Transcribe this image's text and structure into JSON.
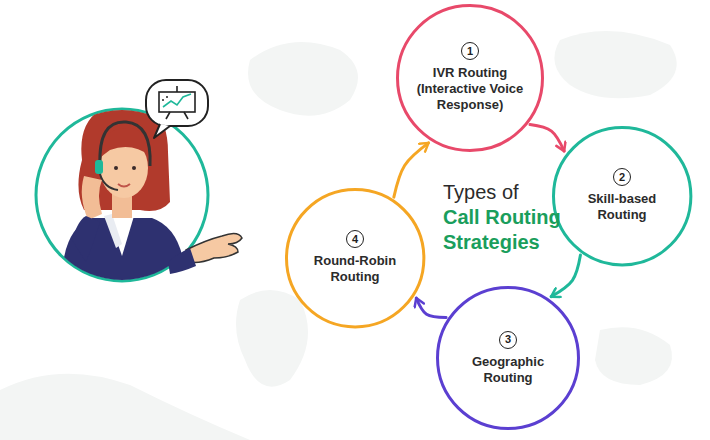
{
  "diagram": {
    "nodes": [
      {
        "text": [
          "1",
          "IVR Routing (Interactive Voice Response)"
        ]
      },
      {
        "text": [
          "2",
          "Skill-based Routing"
        ]
      },
      {
        "text": [
          "3",
          "Geographic Routing"
        ]
      },
      {
        "text": [
          "4",
          "Round-Robin Routing"
        ]
      }
    ],
    "edges": [
      {
        "from": 0,
        "to": 1,
        "arrow": "to"
      },
      {
        "from": 1,
        "to": 2,
        "arrow": "to"
      },
      {
        "from": 2,
        "to": 3,
        "arrow": "to"
      },
      {
        "from": 3,
        "to": 0,
        "arrow": "to"
      }
    ],
    "labels": [
      "Types of",
      "Call Routing Strategies"
    ]
  }
}
